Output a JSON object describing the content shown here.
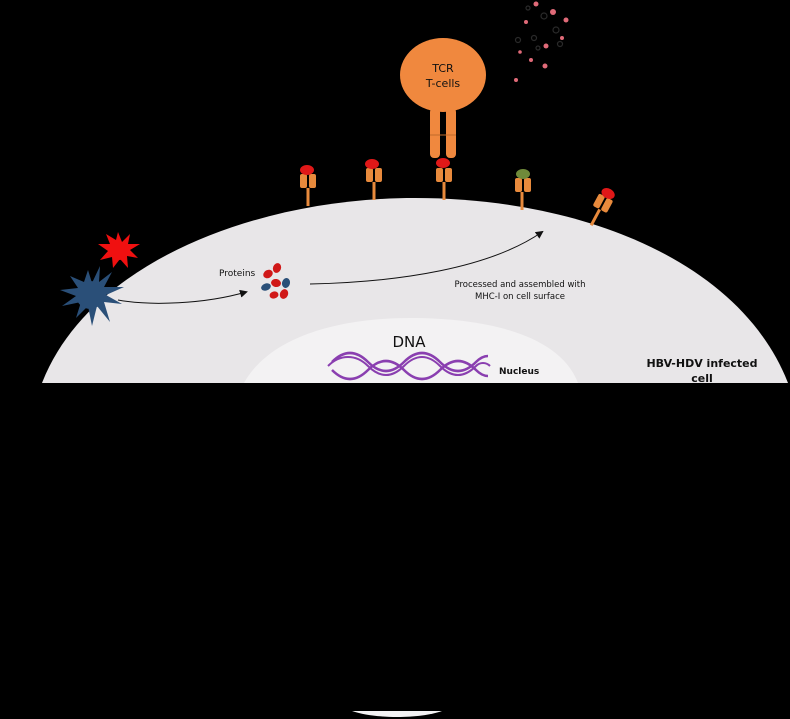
{
  "labels": {
    "tcr_line1": "TCR",
    "tcr_line2": "T-cells",
    "proteins": "Proteins",
    "processed_line1": "Processed and assembled with",
    "processed_line2": "MHC-I on cell surface",
    "dna": "DNA",
    "nucleus": "Nucleus",
    "cell_line1": "HBV-HDV infected",
    "cell_line2": "cell"
  },
  "colors": {
    "background": "#000000",
    "cell": "#e8e6e8",
    "nucleus": "#f3f2f3",
    "tcell": "#f0883e",
    "receptor": "#e88a3c",
    "red_antigen": "#e01818",
    "green_antigen": "#6f8a3a",
    "virus_blue": "#2a4f78",
    "virus_red": "#f01010",
    "dna": "#8a3fb0"
  },
  "icons": {
    "virus_blue": "virus-icon",
    "virus_red": "virus-icon",
    "mhc": "mhc-receptor-icon",
    "dna": "dna-helix-icon"
  }
}
